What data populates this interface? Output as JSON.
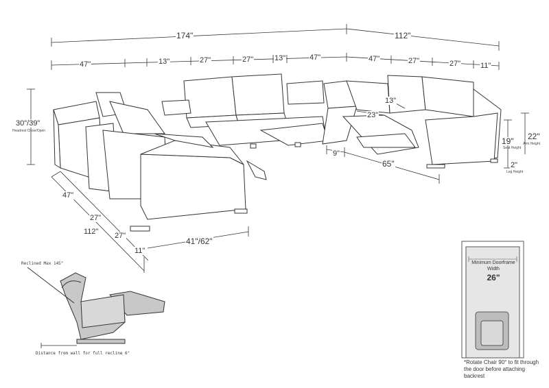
{
  "dimensions": {
    "total_left_width": "174\"",
    "total_right_width": "112\"",
    "seg_47_a": "47\"",
    "seg_13_a": "13\"",
    "seg_27_a": "27\"",
    "seg_27_b": "27\"",
    "seg_13_b": "13\"",
    "seg_47_b": "47\"",
    "seg_47_c": "47\"",
    "seg_27_c": "27\"",
    "seg_27_d": "27\"",
    "seg_11_a": "11\"",
    "height_headrest": "30\"/39\"",
    "height_headrest_caption": "Headrest Close/Open",
    "side_47": "47\"",
    "side_27_a": "27\"",
    "side_112": "112\"",
    "side_27_b": "27\"",
    "side_11": "11\"",
    "depth_41_62": "41\"/62\"",
    "arm_13": "13\"",
    "seat_23": "23\"",
    "corner_9": "9\"",
    "footrest_65": "65\"",
    "seat_height": "19\"",
    "seat_height_caption": "Seat Height",
    "arm_height": "22\"",
    "arm_height_caption": "Arm Height",
    "leg_height": "2\"",
    "leg_height_caption": "Leg Height"
  },
  "recline": {
    "max_label": "Reclined Max 145\"",
    "wall_distance": "Distance from wall for full recline 6\""
  },
  "doorframe": {
    "title": "Minimum Doorframe Width",
    "value": "26\"",
    "caption": "*Rotate Chair 90° to fit through the door before attaching backrest"
  },
  "colors": {
    "line": "#333333",
    "shade": "#c8c8c8",
    "door": "#e6e6e6"
  }
}
